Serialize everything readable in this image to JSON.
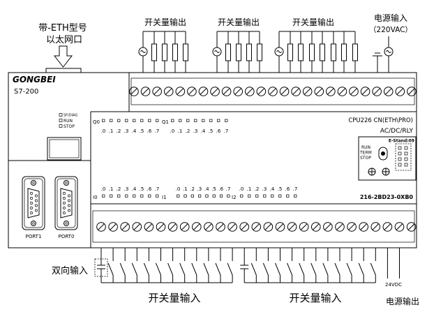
{
  "eth_note": {
    "line1": "带-ETH型号",
    "line2": "以太网口"
  },
  "outputs": {
    "group_labels": [
      "开关量输出",
      "开关量输出",
      "开关量输出"
    ]
  },
  "power_in": {
    "label": "电源输入",
    "voltage": "（220VAC）"
  },
  "brand": {
    "name": "GONGBEI",
    "model": "S7-200"
  },
  "status_leds": [
    "SF/DIAG",
    "RUN",
    "STOP"
  ],
  "ports": [
    "PORT1",
    "PORT0"
  ],
  "io": {
    "q_groups": [
      {
        "label": "Q0",
        "bits": [
          ".0",
          ".1",
          ".2",
          ".3",
          ".4",
          ".5",
          ".6",
          ".7"
        ]
      },
      {
        "label": "Q1",
        "bits": [
          ".0",
          ".1",
          ".2",
          ".3",
          ".4",
          ".5",
          ".6",
          ".7"
        ]
      }
    ],
    "i_groups": [
      {
        "label": "I0",
        "bits": [
          ".0",
          ".1",
          ".2",
          ".3",
          ".4",
          ".5",
          ".6",
          ".7"
        ]
      },
      {
        "label": "I1",
        "bits": [
          ".0",
          ".1",
          ".2",
          ".3",
          ".4",
          ".5",
          ".6",
          ".7"
        ]
      },
      {
        "label": "I2",
        "bits": [
          ".0",
          ".1",
          ".2",
          ".3",
          ".4",
          ".5",
          ".6",
          ".7"
        ]
      }
    ]
  },
  "cpu": {
    "model": "CPU226 CN(ETH\\PRO)",
    "type": "AC/DC/RLY",
    "order_no": "216-2BD23-0XB0"
  },
  "e_stand": {
    "title": "E-Stand:09",
    "switch_labels": [
      "RUN",
      "TERM",
      "STOP"
    ]
  },
  "inputs": {
    "bidirectional_label": "双向输入",
    "group_labels": [
      "开关量输入",
      "开关量输入"
    ]
  },
  "power_out": {
    "voltage": "24VDC",
    "label": "电源输出"
  },
  "colors": {
    "line": "#000000",
    "background": "#ffffff"
  }
}
